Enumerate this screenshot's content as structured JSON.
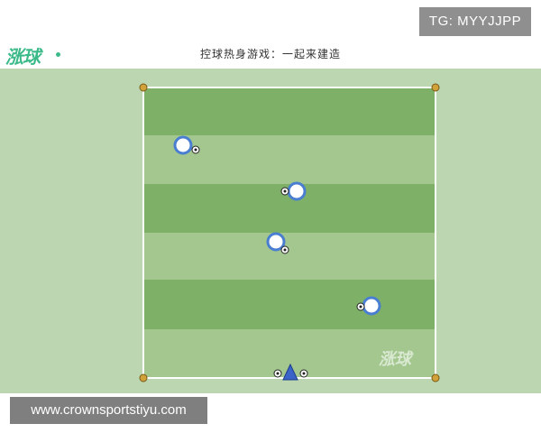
{
  "watermark_badge": "TG: MYYJJPP",
  "logo": "涨球",
  "title": "控球热身游戏：一起来建造",
  "field_watermark": "涨球",
  "footer_url": "www.crownsportstiyu.com",
  "colors": {
    "stripe_dark": "#7fb068",
    "stripe_light": "#a3c78f",
    "outer_grass": "#bcd6b1",
    "player_ring": "#4a7ed0",
    "cone": "#3a64c8",
    "corner_marker": "#d1a13a"
  },
  "icons": [
    "player-icon",
    "ball-icon",
    "cone-icon",
    "corner-marker-icon"
  ]
}
